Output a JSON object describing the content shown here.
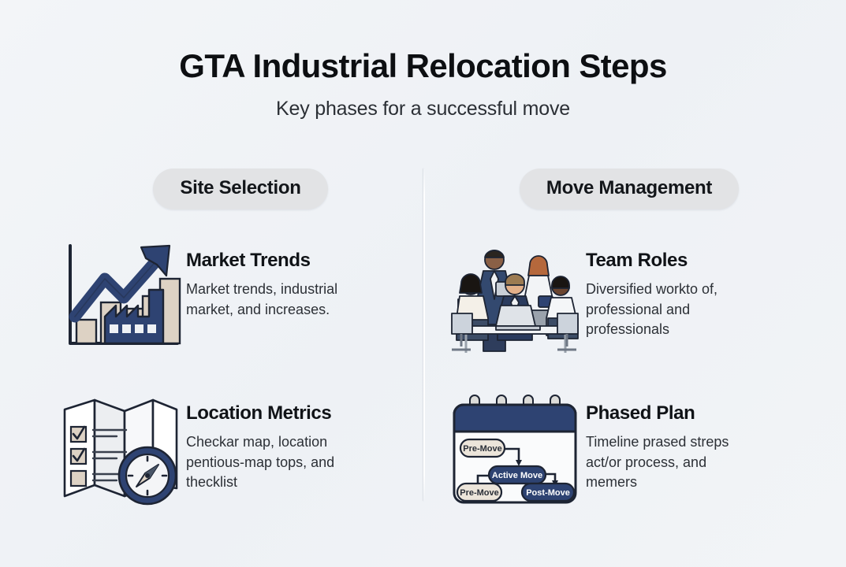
{
  "header": {
    "title": "GTA Industrial Relocation Steps",
    "subtitle": "Key phases for a successful move"
  },
  "columns": [
    {
      "heading": "Site Selection",
      "items": [
        {
          "icon": "growth-bar-chart-factory-icon",
          "title": "Market Trends",
          "description": "Market trends, industrial market, and increases."
        },
        {
          "icon": "map-checklist-compass-icon",
          "title": "Location Metrics",
          "description": "Checkar map, location pentious-map tops, and thecklist"
        }
      ]
    },
    {
      "heading": "Move Management",
      "items": [
        {
          "icon": "business-team-meeting-icon",
          "title": "Team Roles",
          "description": "Diversified workto of, professional and professionals"
        },
        {
          "icon": "calendar-phase-flowchart-icon",
          "title": "Phased Plan",
          "description": "Timeline prased streps act/or process, and memers"
        }
      ]
    }
  ],
  "flowchart": {
    "nodes": [
      {
        "label": "Pre-Move",
        "style": "beige"
      },
      {
        "label": "Active Move",
        "style": "navy"
      },
      {
        "label": "Pre-Move",
        "style": "beige"
      },
      {
        "label": "Post-Move",
        "style": "navy"
      }
    ]
  },
  "colors": {
    "background": "#f1f4f7",
    "navy": "#2e4372",
    "navy_dark": "#1f3360",
    "beige": "#ddd2c4",
    "pill": "#e2e3e5",
    "text": "#101317",
    "text_muted": "#2c3036",
    "outline": "#1d2433"
  }
}
